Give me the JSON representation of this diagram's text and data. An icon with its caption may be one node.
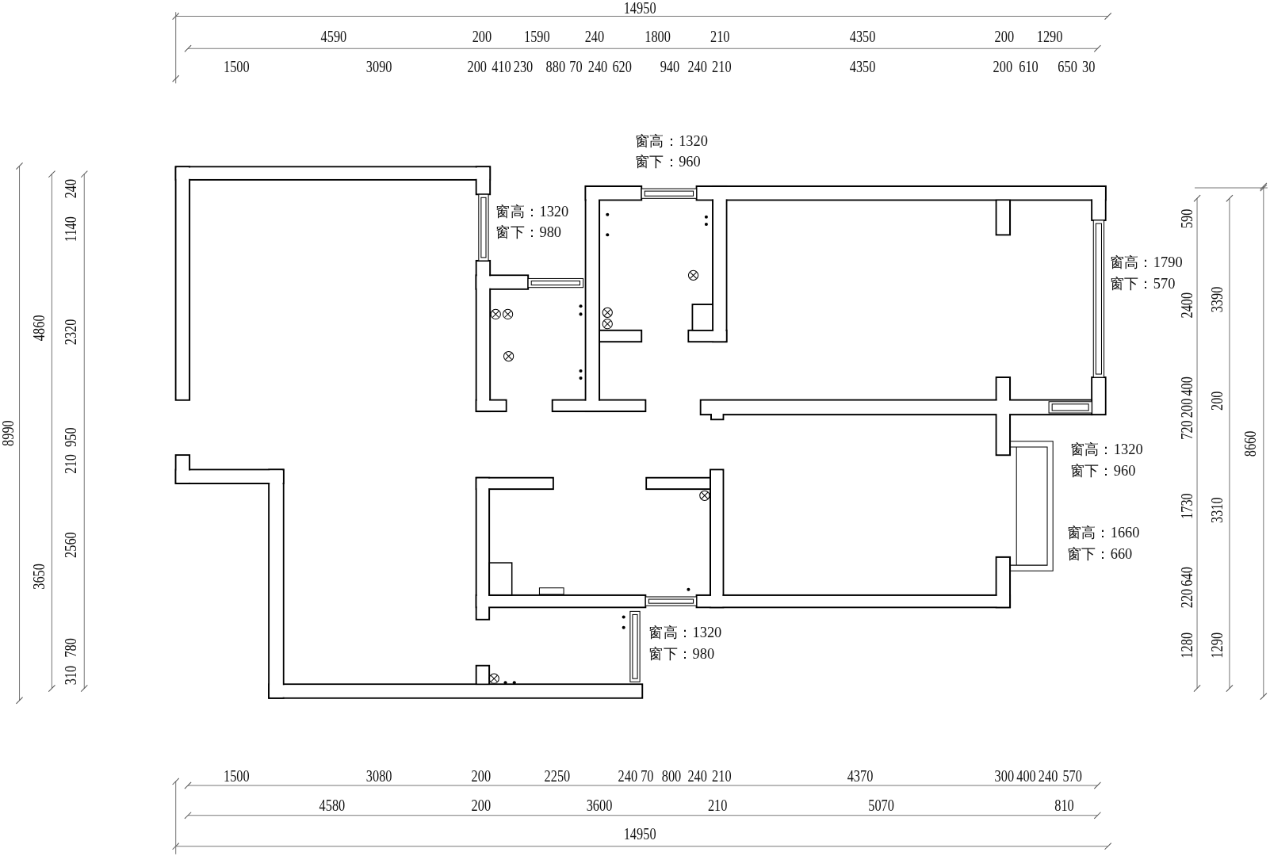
{
  "diagram": {
    "labels": [
      "14950",
      "4590",
      "200",
      "1590",
      "240",
      "1800",
      "210",
      "4350",
      "200",
      "1290",
      "1500",
      "3090",
      "200",
      "410",
      "230",
      "880",
      "70",
      "240",
      "620",
      "940",
      "240",
      "210",
      "4350",
      "200",
      "610",
      "650",
      "30",
      "8990",
      "4860",
      "3650",
      "240",
      "1140",
      "2320",
      "950",
      "210",
      "2560",
      "780",
      "310",
      "窗高：1320",
      "窗下：960",
      "窗高：1320",
      "窗下：980",
      "窗高：1790",
      "窗下：570",
      "窗高：1320",
      "窗下：960",
      "窗高：1660",
      "窗下：660",
      "窗高：1320",
      "窗下：980",
      "590",
      "2400",
      "400",
      "200",
      "720",
      "1730",
      "640",
      "220",
      "1280",
      "3390",
      "200",
      "3310",
      "1290",
      "8660",
      "1500",
      "3080",
      "200",
      "2250",
      "240",
      "70",
      "800",
      "240",
      "210",
      "4370",
      "300",
      "400",
      "240",
      "570",
      "4580",
      "200",
      "3600",
      "210",
      "5070",
      "810",
      "14950"
    ]
  }
}
